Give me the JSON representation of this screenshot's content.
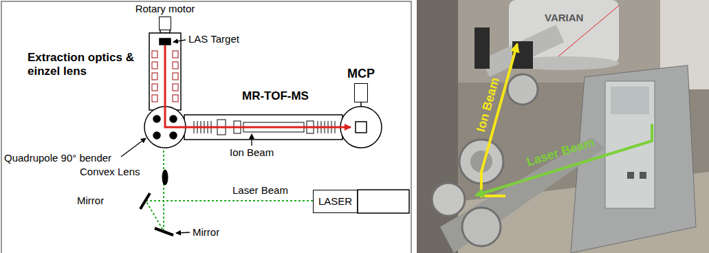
{
  "diagram": {
    "nodes": [
      {
        "text": [
          "Rotary motor"
        ]
      },
      {
        "text": [
          "MCP"
        ]
      },
      {
        "text": [
          "LASER"
        ]
      }
    ],
    "labels": [
      "LAS Target",
      "Extraction optics & einzel lens",
      "MR-TOF-MS",
      "Ion Beam",
      "Quadrupole 90° bender",
      "Convex Lens",
      "Laser Beam",
      "Mirror",
      "Mirror",
      "VARIAN",
      "Ion Beam",
      "Laser Beam"
    ]
  }
}
